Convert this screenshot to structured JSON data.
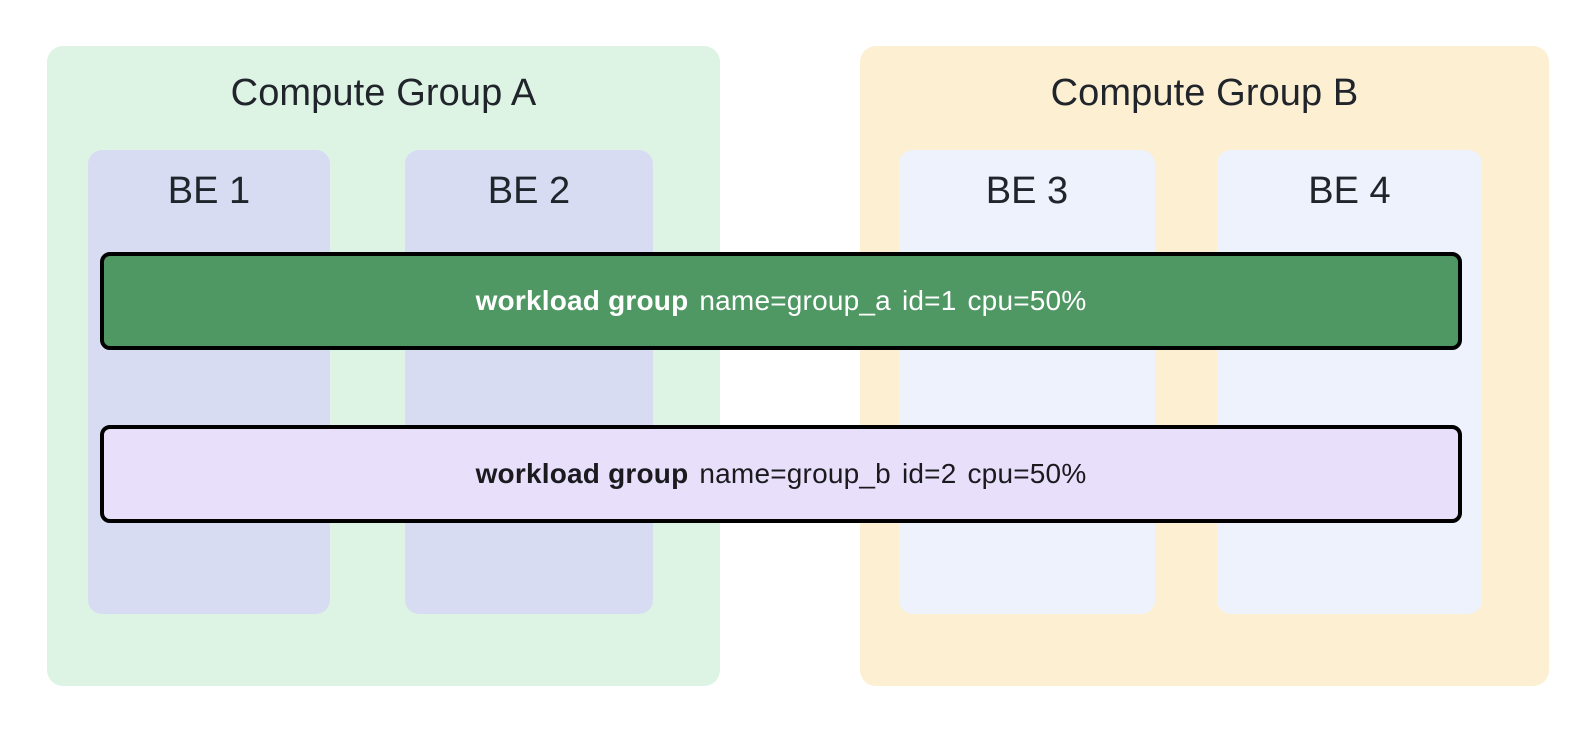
{
  "diagram": {
    "title_text_color": "#20242b",
    "background": "#ffffff",
    "compute_groups": [
      {
        "id": "group-a",
        "title": "Compute Group A",
        "bg_color": "#ddf3e4",
        "nodes": [
          {
            "label": "BE 1",
            "bg_color": "#d8dcf2"
          },
          {
            "label": "BE 2",
            "bg_color": "#d8dcf2"
          }
        ]
      },
      {
        "id": "group-b",
        "title": "Compute Group B",
        "bg_color": "#fcefd2",
        "nodes": [
          {
            "label": "BE 3",
            "bg_color": "#edf2fc"
          },
          {
            "label": "BE 4",
            "bg_color": "#edf2fc"
          }
        ]
      }
    ],
    "workload_groups": [
      {
        "id": "workload-group-a",
        "keyword": "workload group",
        "name_attr": "name=group_a",
        "id_attr": "id=1",
        "cpu_attr": "cpu=50%",
        "fill_color": "#4f9763",
        "text_color": "#ffffff",
        "border_color": "#000000"
      },
      {
        "id": "workload-group-b",
        "keyword": "workload group",
        "name_attr": "name=group_b",
        "id_attr": "id=2",
        "cpu_attr": "cpu=50%",
        "fill_color": "#e8dffb",
        "text_color": "#1b1b1f",
        "border_color": "#000000"
      }
    ]
  }
}
